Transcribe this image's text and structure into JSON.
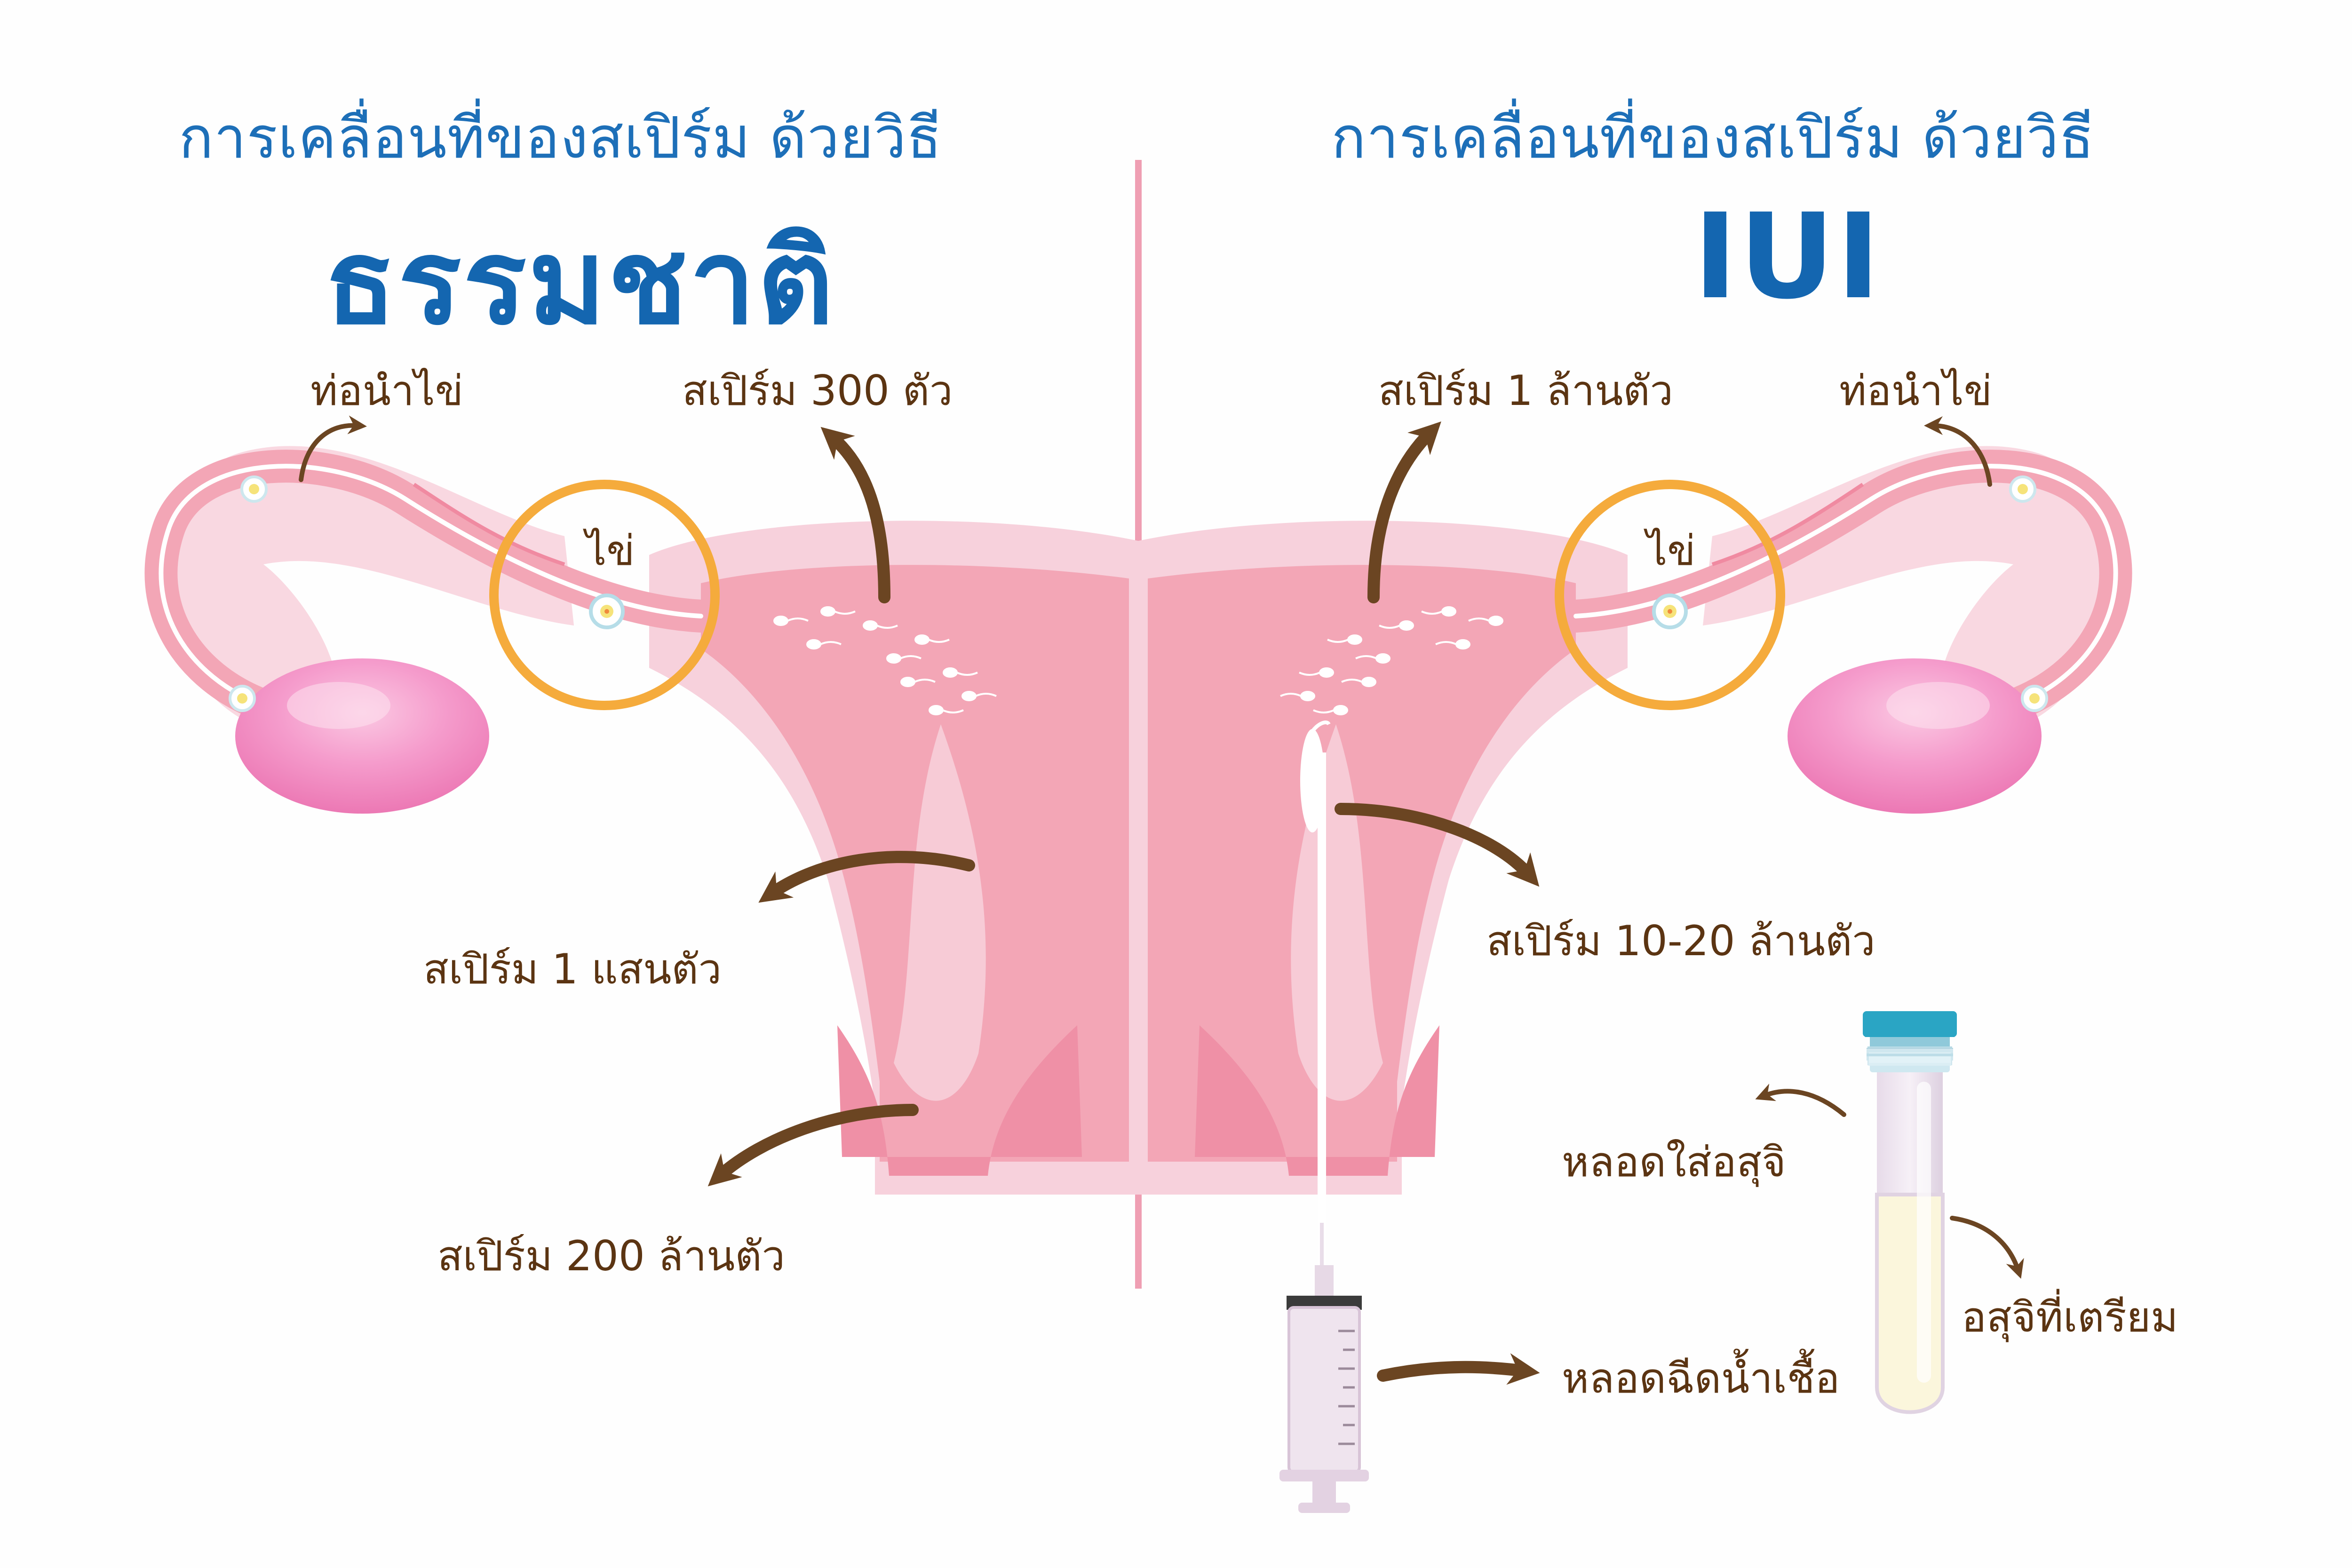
{
  "colors": {
    "title_blue": "#1d6fb8",
    "label_brown": "#5b3412",
    "arrow_brown": "#6b4522",
    "egg_ring": "#f5ab3c",
    "divider": "#ef9fb3",
    "uterus_light": "#f7d1dc",
    "uterus_mid": "#f3a6b6",
    "ovary": "#f28cc0",
    "syringe": "#efe4ee",
    "tube_cap": "#2aa5c4"
  },
  "left": {
    "heading": "การเคลื่อนที่ของสเปิร์ม ด้วยวิธี",
    "method": "ธรรมชาติ",
    "labels": {
      "tube": "ท่อนำไข่",
      "sperm_300": "สเปิร์ม 300 ตัว",
      "egg": "ไข่",
      "sperm_100k": "สเปิร์ม 1 แสนตัว",
      "sperm_200m": "สเปิร์ม 200 ล้านตัว"
    }
  },
  "right": {
    "heading": "การเคลื่อนที่ของสเปิร์ม ด้วยวิธี",
    "method": "IUI",
    "labels": {
      "sperm_1m": "สเปิร์ม 1 ล้านตัว",
      "tube": "ท่อนำไข่",
      "egg": "ไข่",
      "sperm_10_20m": "สเปิร์ม 10-20 ล้านตัว",
      "sperm_tube": "หลอดใส่อสุจิ",
      "prepared": "อสุจิที่เตรียม",
      "injector": "หลอดฉีดน้ำเชื้อ"
    }
  },
  "icons": {
    "uterus_left": "uterus-illustration",
    "uterus_right": "uterus-illustration",
    "syringe": "syringe-icon",
    "test_tube": "test-tube-icon"
  }
}
